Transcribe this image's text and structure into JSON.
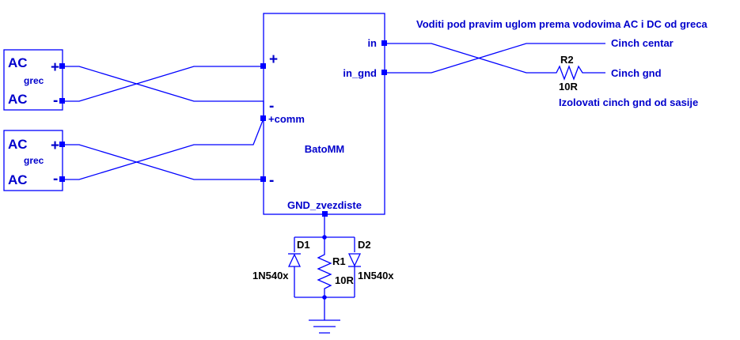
{
  "note_top": "Voditi pod pravim uglom prema vodovima AC i DC od greca",
  "note_bottom": "Izolovati cinch gnd od sasije",
  "transformer_1": {
    "top_label": "AC",
    "mid_label": "grec",
    "bottom_label": "AC",
    "plus": "+",
    "minus": "-"
  },
  "transformer_2": {
    "top_label": "AC",
    "mid_label": "grec",
    "bottom_label": "AC",
    "plus": "+",
    "minus": "-"
  },
  "module": {
    "name": "BatoMM",
    "pin_plus_top": "+",
    "pin_minus_top": "-",
    "pin_comm": "+comm",
    "pin_minus_bottom": "-",
    "pin_in": "in",
    "pin_in_gnd": "in_gnd",
    "pin_gnd": "GND_zvezdiste"
  },
  "r2": {
    "ref": "R2",
    "value": "10R"
  },
  "cinch_centar": "Cinch centar",
  "cinch_gnd": "Cinch gnd",
  "d1": {
    "ref": "D1",
    "value": "1N540x"
  },
  "d2": {
    "ref": "D2",
    "value": "1N540x"
  },
  "r1": {
    "ref": "R1",
    "value": "10R"
  },
  "colors": {
    "wire": "#0000ff",
    "label": "#0000cc",
    "value_text": "#000000",
    "background": "#ffffff"
  }
}
